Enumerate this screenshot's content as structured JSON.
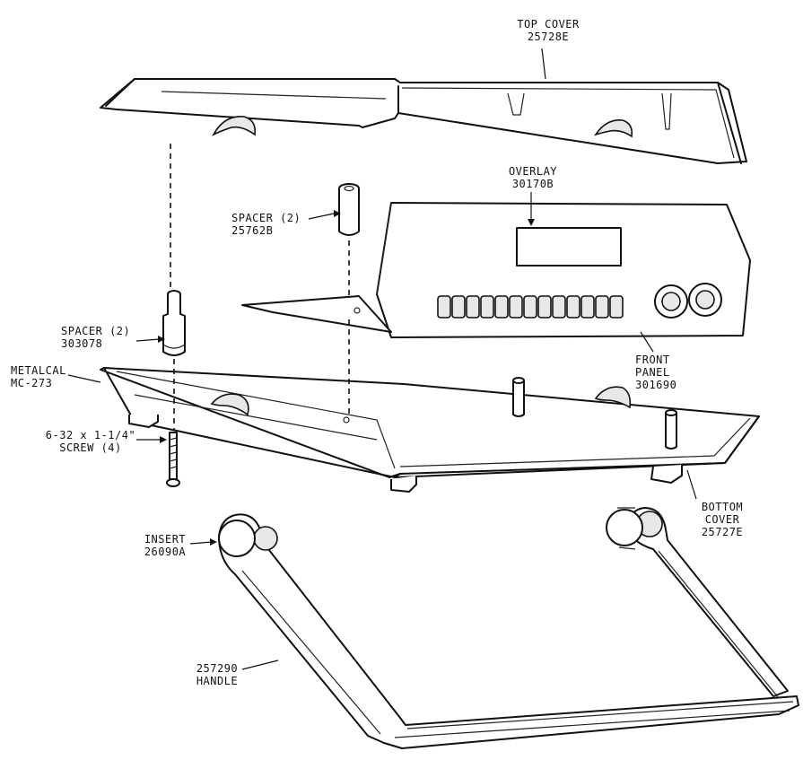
{
  "labels": {
    "top_cover": {
      "name": "TOP COVER",
      "part": "25728E"
    },
    "overlay": {
      "name": "OVERLAY",
      "part": "30170B"
    },
    "spacer_upper": {
      "name": "SPACER (2)",
      "part": "25762B"
    },
    "spacer_lower": {
      "name": "SPACER (2)",
      "part": "303078"
    },
    "metalcal": {
      "name": "METALCAL",
      "part": "MC-273"
    },
    "front_panel": {
      "line1": "FRONT",
      "line2": "PANEL",
      "part": "301690"
    },
    "screw": {
      "line1": "6-32 x 1-1/4\"",
      "line2": "SCREW (4)"
    },
    "bottom_cover": {
      "line1": "BOTTOM",
      "line2": "COVER",
      "part": "25727E"
    },
    "insert": {
      "name": "INSERT",
      "part": "26090A"
    },
    "handle": {
      "part": "257290",
      "name": "HANDLE"
    }
  }
}
